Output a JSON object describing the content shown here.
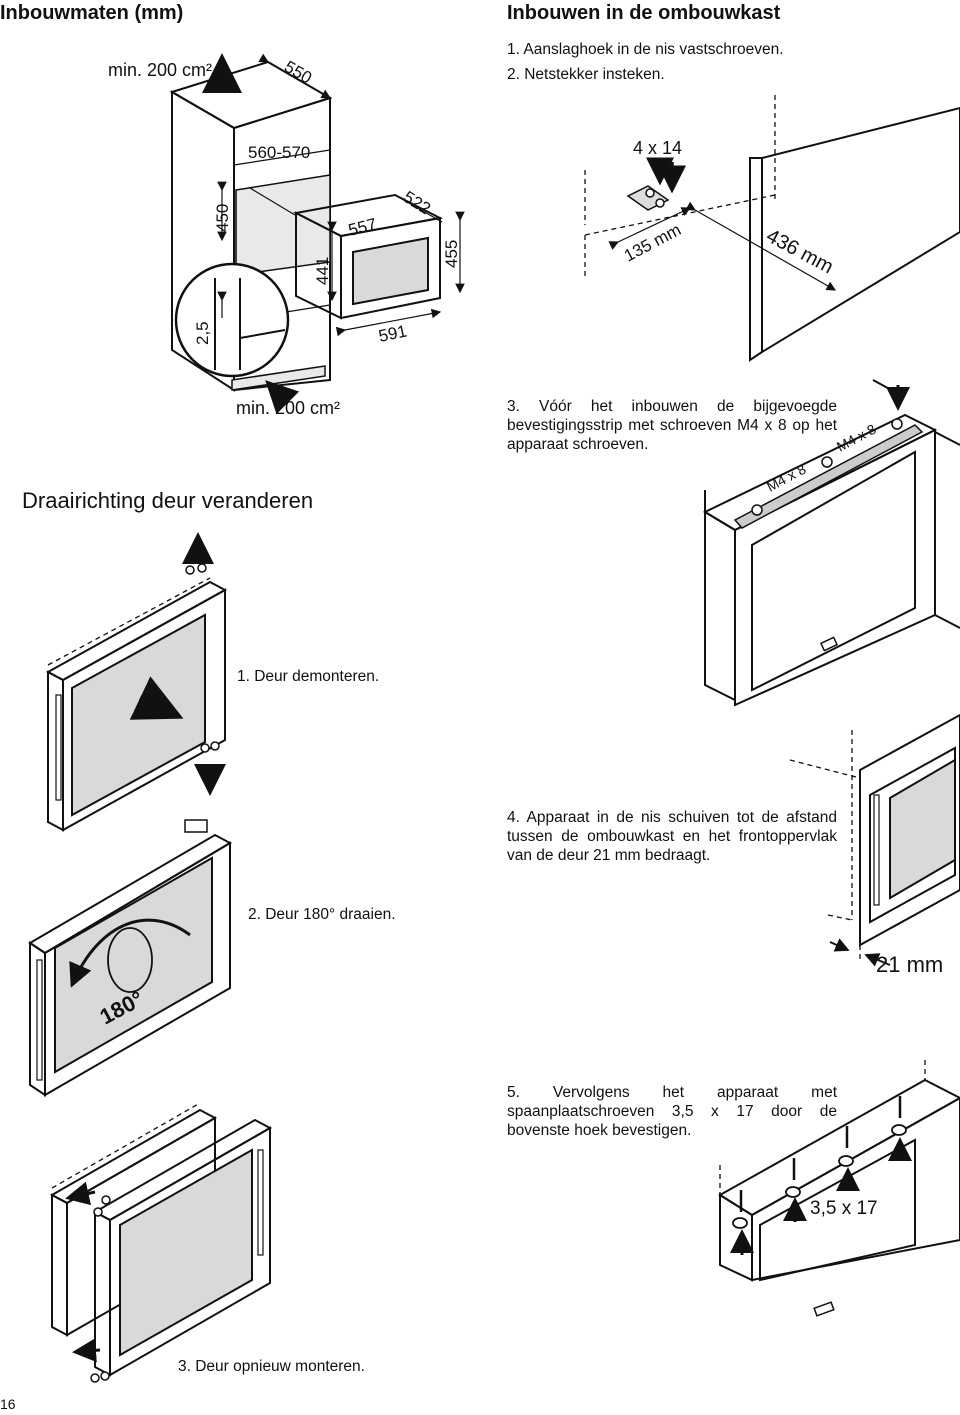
{
  "left_heading": "Inbouwmaten (mm)",
  "right_heading": "Inbouwen in de ombouwkast",
  "door_heading": "Draairichting deur veranderen",
  "dims": {
    "vent_top": "min. 200 cm²",
    "vent_bottom": "min. 200 cm²",
    "d550": "550",
    "d560_570": "560-570",
    "d450": "450",
    "d522": "522",
    "d557": "557",
    "d441": "441",
    "d455": "455",
    "d591": "591",
    "d2_5": "2,5"
  },
  "install_steps": {
    "s1": "1. Aanslaghoek in de nis vastschroeven.",
    "s2": "2. Netstekker insteken.",
    "s3": "3. Vóór het inbouwen de bijgevoegde bevestigingsstrip met schroeven M4 x 8 op het apparaat schroeven.",
    "s4": "4. Apparaat in de nis schuiven tot de afstand tussen de ombouwkast en het frontoppervlak van de deur 21 mm bedraagt.",
    "s5": "5. Vervolgens het apparaat met spaanplaatschroeven 3,5 x 17 door de bovenste hoek bevestigen."
  },
  "door_steps": {
    "d1": "1. Deur demonteren.",
    "d2": "2. Deur 180° draaien.",
    "d3": "3. Deur opnieuw monteren."
  },
  "labels": {
    "screws_4x14": "4 x 14",
    "d135": "135 mm",
    "d436": "436 mm",
    "m4x8_a": "M4 x 8",
    "m4x8_b": "M4 x 8",
    "d21": "21 mm",
    "s3_5x17": "3,5 x 17",
    "rot180": "180°"
  },
  "page_number": "16"
}
